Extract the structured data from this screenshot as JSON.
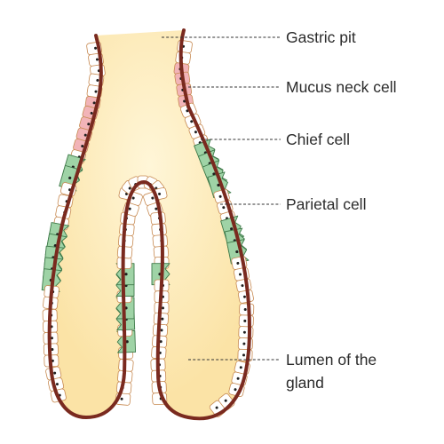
{
  "diagram": {
    "labels": {
      "gastric_pit": "Gastric pit",
      "mucus_neck_cell": "Mucus neck cell",
      "chief_cell": "Chief cell",
      "parietal_cell": "Parietal cell",
      "lumen_line1": "Lumen of the",
      "lumen_line2": "gland"
    },
    "colors": {
      "wall": "#7a2a1f",
      "lumen": "#fbe7b0",
      "cell": "#ffffff",
      "cell_outline": "#c78a52",
      "mucus_neck": "#f2b4b8",
      "parietal": "#9fd3a6",
      "parietal_outline": "#3f7a4a",
      "nucleus": "#1f1f1f"
    },
    "icons": {
      "chief_cell": "chief-cell-icon",
      "mucus_neck_cell": "mucus-neck-cell-icon",
      "parietal_cell": "parietal-cell-icon"
    }
  }
}
